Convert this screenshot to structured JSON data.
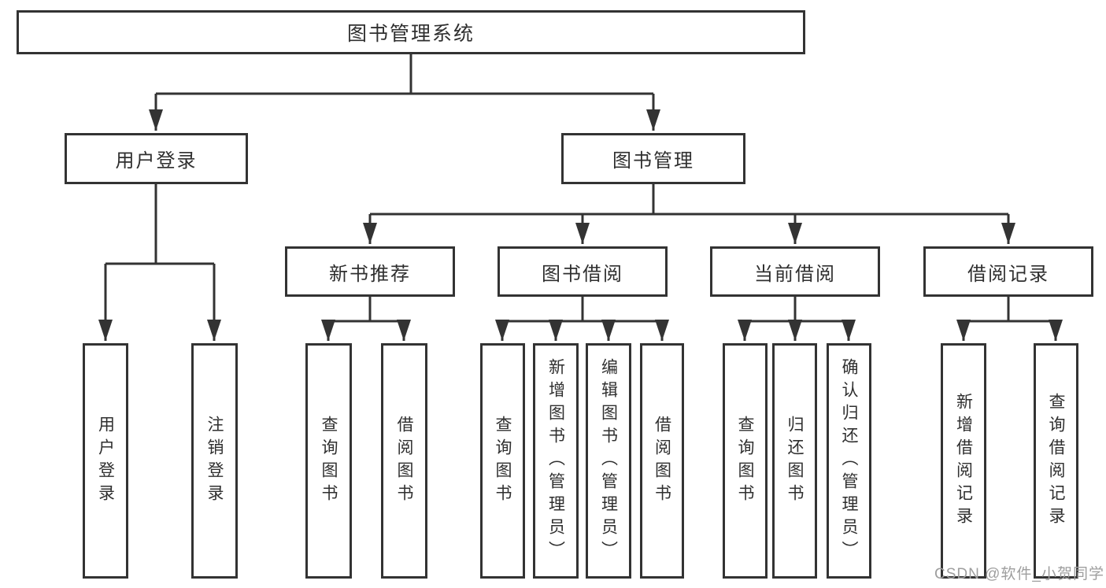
{
  "tree": {
    "label": "图书管理系统",
    "children": [
      {
        "label": "用户登录",
        "children": [
          {
            "label": "用户登录"
          },
          {
            "label": "注销登录"
          }
        ]
      },
      {
        "label": "图书管理",
        "children": [
          {
            "label": "新书推荐",
            "children": [
              {
                "label": "查询图书"
              },
              {
                "label": "借阅图书"
              }
            ]
          },
          {
            "label": "图书借阅",
            "children": [
              {
                "label": "查询图书"
              },
              {
                "label": "新增图书（管理员）"
              },
              {
                "label": "编辑图书（管理员）"
              },
              {
                "label": "借阅图书"
              }
            ]
          },
          {
            "label": "当前借阅",
            "children": [
              {
                "label": "查询图书"
              },
              {
                "label": "归还图书"
              },
              {
                "label": "确认归还（管理员）"
              }
            ]
          },
          {
            "label": "借阅记录",
            "children": [
              {
                "label": "新增借阅记录"
              },
              {
                "label": "查询借阅记录"
              }
            ]
          }
        ]
      }
    ]
  },
  "watermark": "CSDN @软件_小贺同学",
  "colors": {
    "line": "#333333",
    "text": "#2f2f2f",
    "watermark": "#9e9e9e",
    "background": "#ffffff"
  }
}
